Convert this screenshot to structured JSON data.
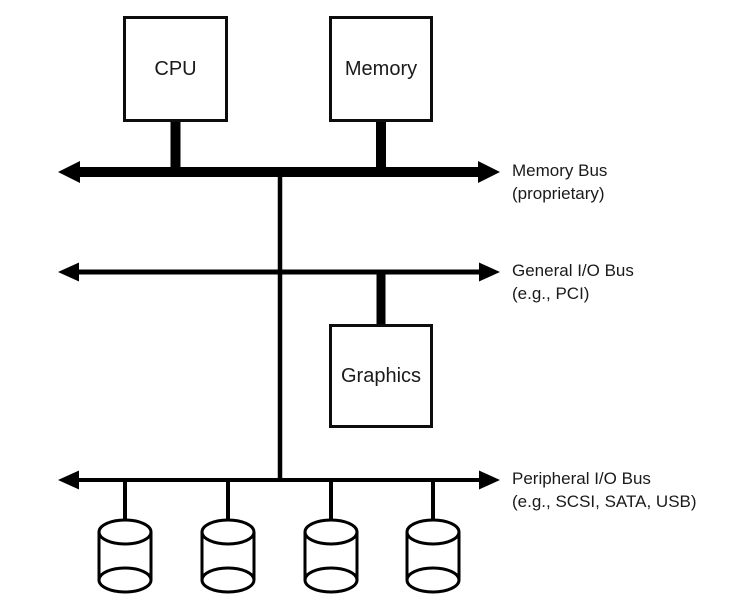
{
  "diagram": {
    "components": {
      "cpu": {
        "label": "CPU"
      },
      "memory": {
        "label": "Memory"
      },
      "graphics": {
        "label": "Graphics"
      }
    },
    "buses": [
      {
        "name": "Memory Bus",
        "detail": "(proprietary)"
      },
      {
        "name": "General I/O Bus",
        "detail": "(e.g., PCI)"
      },
      {
        "name": "Peripheral I/O Bus",
        "detail": "(e.g., SCSI, SATA, USB)"
      }
    ],
    "disks": {
      "count": 4,
      "icon": "disk-cylinder-icon"
    },
    "colors": {
      "line": "#000000",
      "background": "#ffffff",
      "text": "#1a1a1a"
    }
  }
}
